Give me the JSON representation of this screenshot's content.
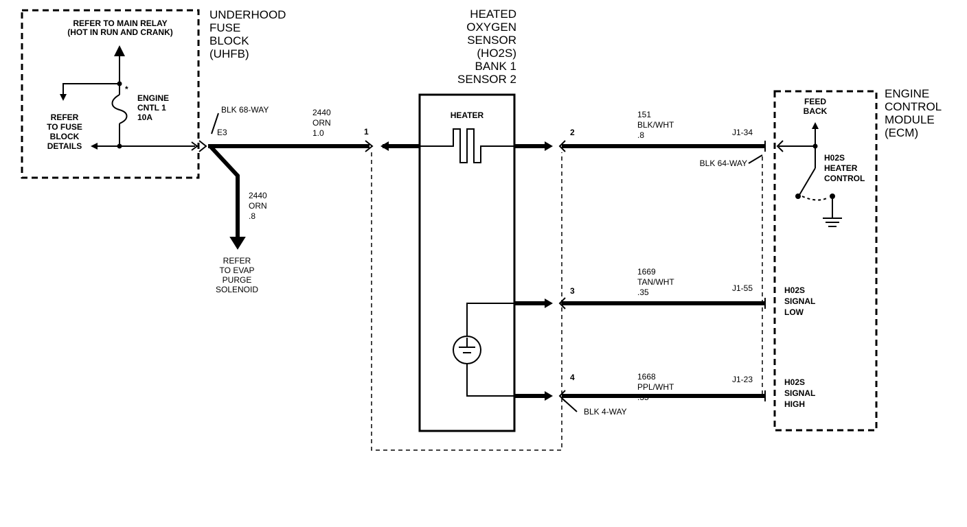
{
  "uhfb": {
    "title": [
      "UNDERHOOD",
      "FUSE",
      "BLOCK",
      "(UHFB)"
    ],
    "relay_ref": [
      "REFER TO MAIN RELAY",
      "(HOT IN RUN AND CRANK)"
    ],
    "fuse_label": [
      "ENGINE",
      "CNTL 1",
      "10A"
    ],
    "fuse_block_ref": [
      "REFER",
      "TO FUSE",
      "BLOCK",
      "DETAILS"
    ]
  },
  "connector_left": {
    "name": "BLK 68-WAY",
    "pin": "E3"
  },
  "wire_main": {
    "circuit": "2440",
    "color": "ORN",
    "gauge": "1.0"
  },
  "wire_branch": {
    "circuit": "2440",
    "color": "ORN",
    "gauge": ".8"
  },
  "evap_ref": [
    "REFER",
    "TO EVAP",
    "PURGE",
    "SOLENOID"
  ],
  "sensor": {
    "title": [
      "HEATED",
      "OXYGEN",
      "SENSOR",
      "(HO2S)",
      "BANK 1",
      "SENSOR 2"
    ],
    "heater_label": "HEATER"
  },
  "pins": {
    "p1": "1",
    "p2": "2",
    "p3": "3",
    "p4": "4"
  },
  "wire_2": {
    "circuit": "151",
    "color": "BLK/WHT",
    "gauge": ".8",
    "terminal": "J1-34"
  },
  "wire_3": {
    "circuit": "1669",
    "color": "TAN/WHT",
    "gauge": ".35",
    "terminal": "J1-55"
  },
  "wire_4": {
    "circuit": "1668",
    "color": "PPL/WHT",
    "gauge": ".35",
    "terminal": "J1-23"
  },
  "connector_ecm": {
    "name": "BLK 64-WAY"
  },
  "connector_sensor": {
    "name": "BLK 4-WAY"
  },
  "ecm": {
    "title": [
      "ENGINE",
      "CONTROL",
      "MODULE",
      "(ECM)"
    ],
    "feedback": [
      "FEED",
      "BACK"
    ],
    "heater_control": [
      "H02S",
      "HEATER",
      "CONTROL"
    ],
    "signal_low": [
      "H02S",
      "SIGNAL",
      "LOW"
    ],
    "signal_high": [
      "H02S",
      "SIGNAL",
      "HIGH"
    ]
  }
}
